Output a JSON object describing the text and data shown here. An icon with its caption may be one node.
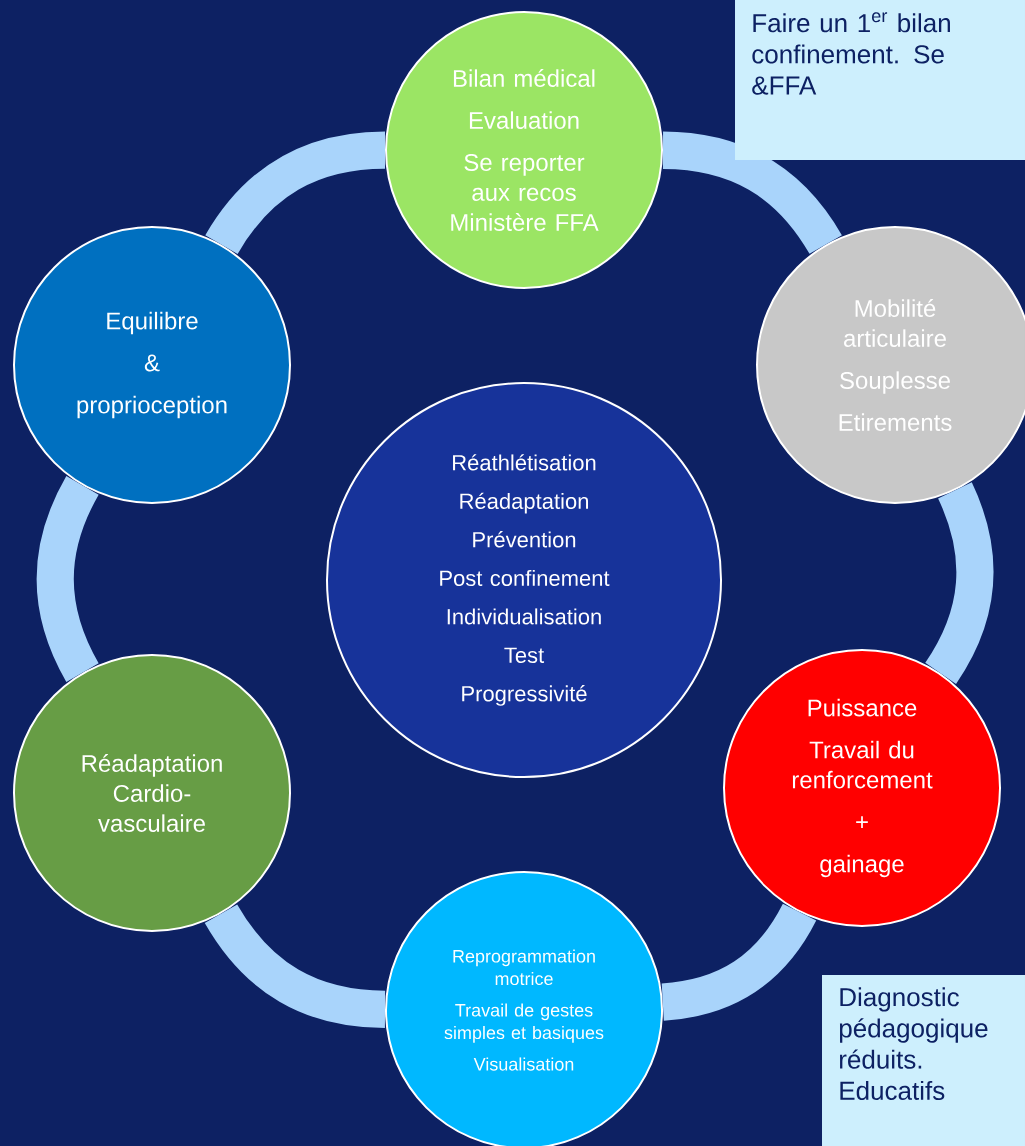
{
  "diagram": {
    "nodes": [
      {
        "text": [
          "Bilan médical",
          "Evaluation",
          "Se reporter aux recos Ministère FFA"
        ]
      },
      {
        "text": [
          "Mobilité articulaire",
          "Souplesse",
          "Etirements"
        ]
      },
      {
        "text": [
          "Puissance",
          "Travail du renforcement",
          "+",
          "gainage"
        ]
      },
      {
        "text": [
          "Reprogrammation motrice",
          "Travail de gestes simples et basiques",
          "Visualisation"
        ]
      },
      {
        "text": [
          "Réadaptation Cardio-vasculaire"
        ]
      },
      {
        "text": [
          "Equilibre",
          "&",
          "proprioception"
        ]
      },
      {
        "text": [
          "Réathlétisation",
          "Réadaptation",
          "Prévention",
          "Post confinement",
          "Individualisation",
          "Test",
          "Progressivité"
        ]
      }
    ],
    "edges": [
      {
        "from": 0,
        "to": 1,
        "arrow": "none"
      },
      {
        "from": 1,
        "to": 2,
        "arrow": "none"
      },
      {
        "from": 2,
        "to": 3,
        "arrow": "none"
      },
      {
        "from": 3,
        "to": 4,
        "arrow": "none"
      },
      {
        "from": 4,
        "to": 5,
        "arrow": "none"
      },
      {
        "from": 5,
        "to": 0,
        "arrow": "none"
      }
    ],
    "labels": [
      "Faire un 1$^{er}$ bilan confinement. Se &FFA",
      "Diagnostic pédagogique réduits. Educatifs"
    ]
  }
}
